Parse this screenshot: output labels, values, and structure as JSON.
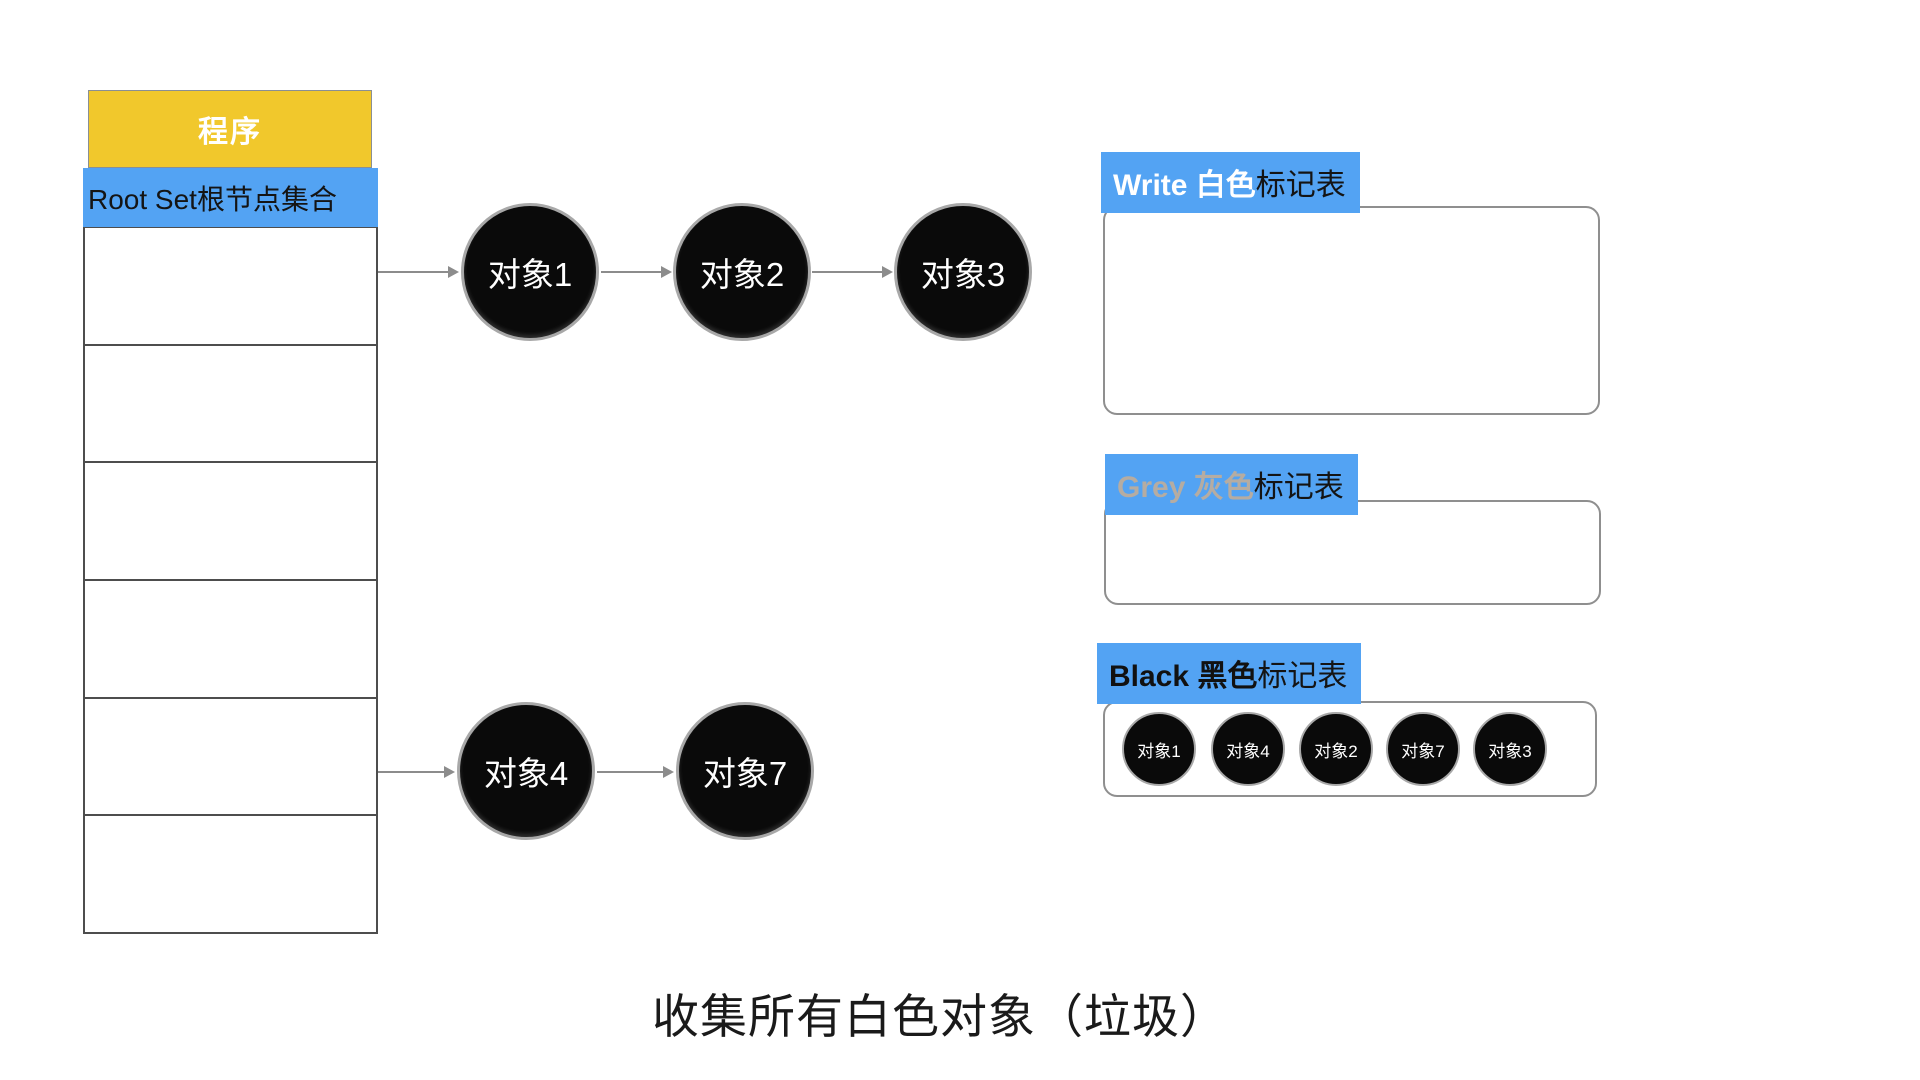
{
  "program_panel": {
    "header_label": "程序",
    "root_set_label": "Root Set根节点集合",
    "empty_cell_count": 6
  },
  "heap": {
    "chain_top": [
      "对象1",
      "对象2",
      "对象3"
    ],
    "chain_bottom": [
      "对象4",
      "对象7"
    ]
  },
  "mark_tables": {
    "white": {
      "title_accent": "Write 白色",
      "title_rest": "标记表",
      "items": []
    },
    "grey": {
      "title_accent": "Grey 灰色",
      "title_rest": "标记表",
      "items": []
    },
    "black": {
      "title_accent": "Black 黑色",
      "title_rest": "标记表",
      "items": [
        "对象1",
        "对象4",
        "对象2",
        "对象7",
        "对象3"
      ]
    }
  },
  "caption": "收集所有白色对象（垃圾）",
  "colors": {
    "header_yellow": "#F1C82C",
    "label_blue": "#53A3F3",
    "white_accent_text": "#FFFFFF",
    "grey_accent_text": "#B5ACA2",
    "black_accent_text": "#111111",
    "node_fill": "#0A0A0A",
    "node_ring": "#A8A8A8",
    "arrow_grey": "#8C8C8C",
    "table_line": "#4D4D4D"
  }
}
